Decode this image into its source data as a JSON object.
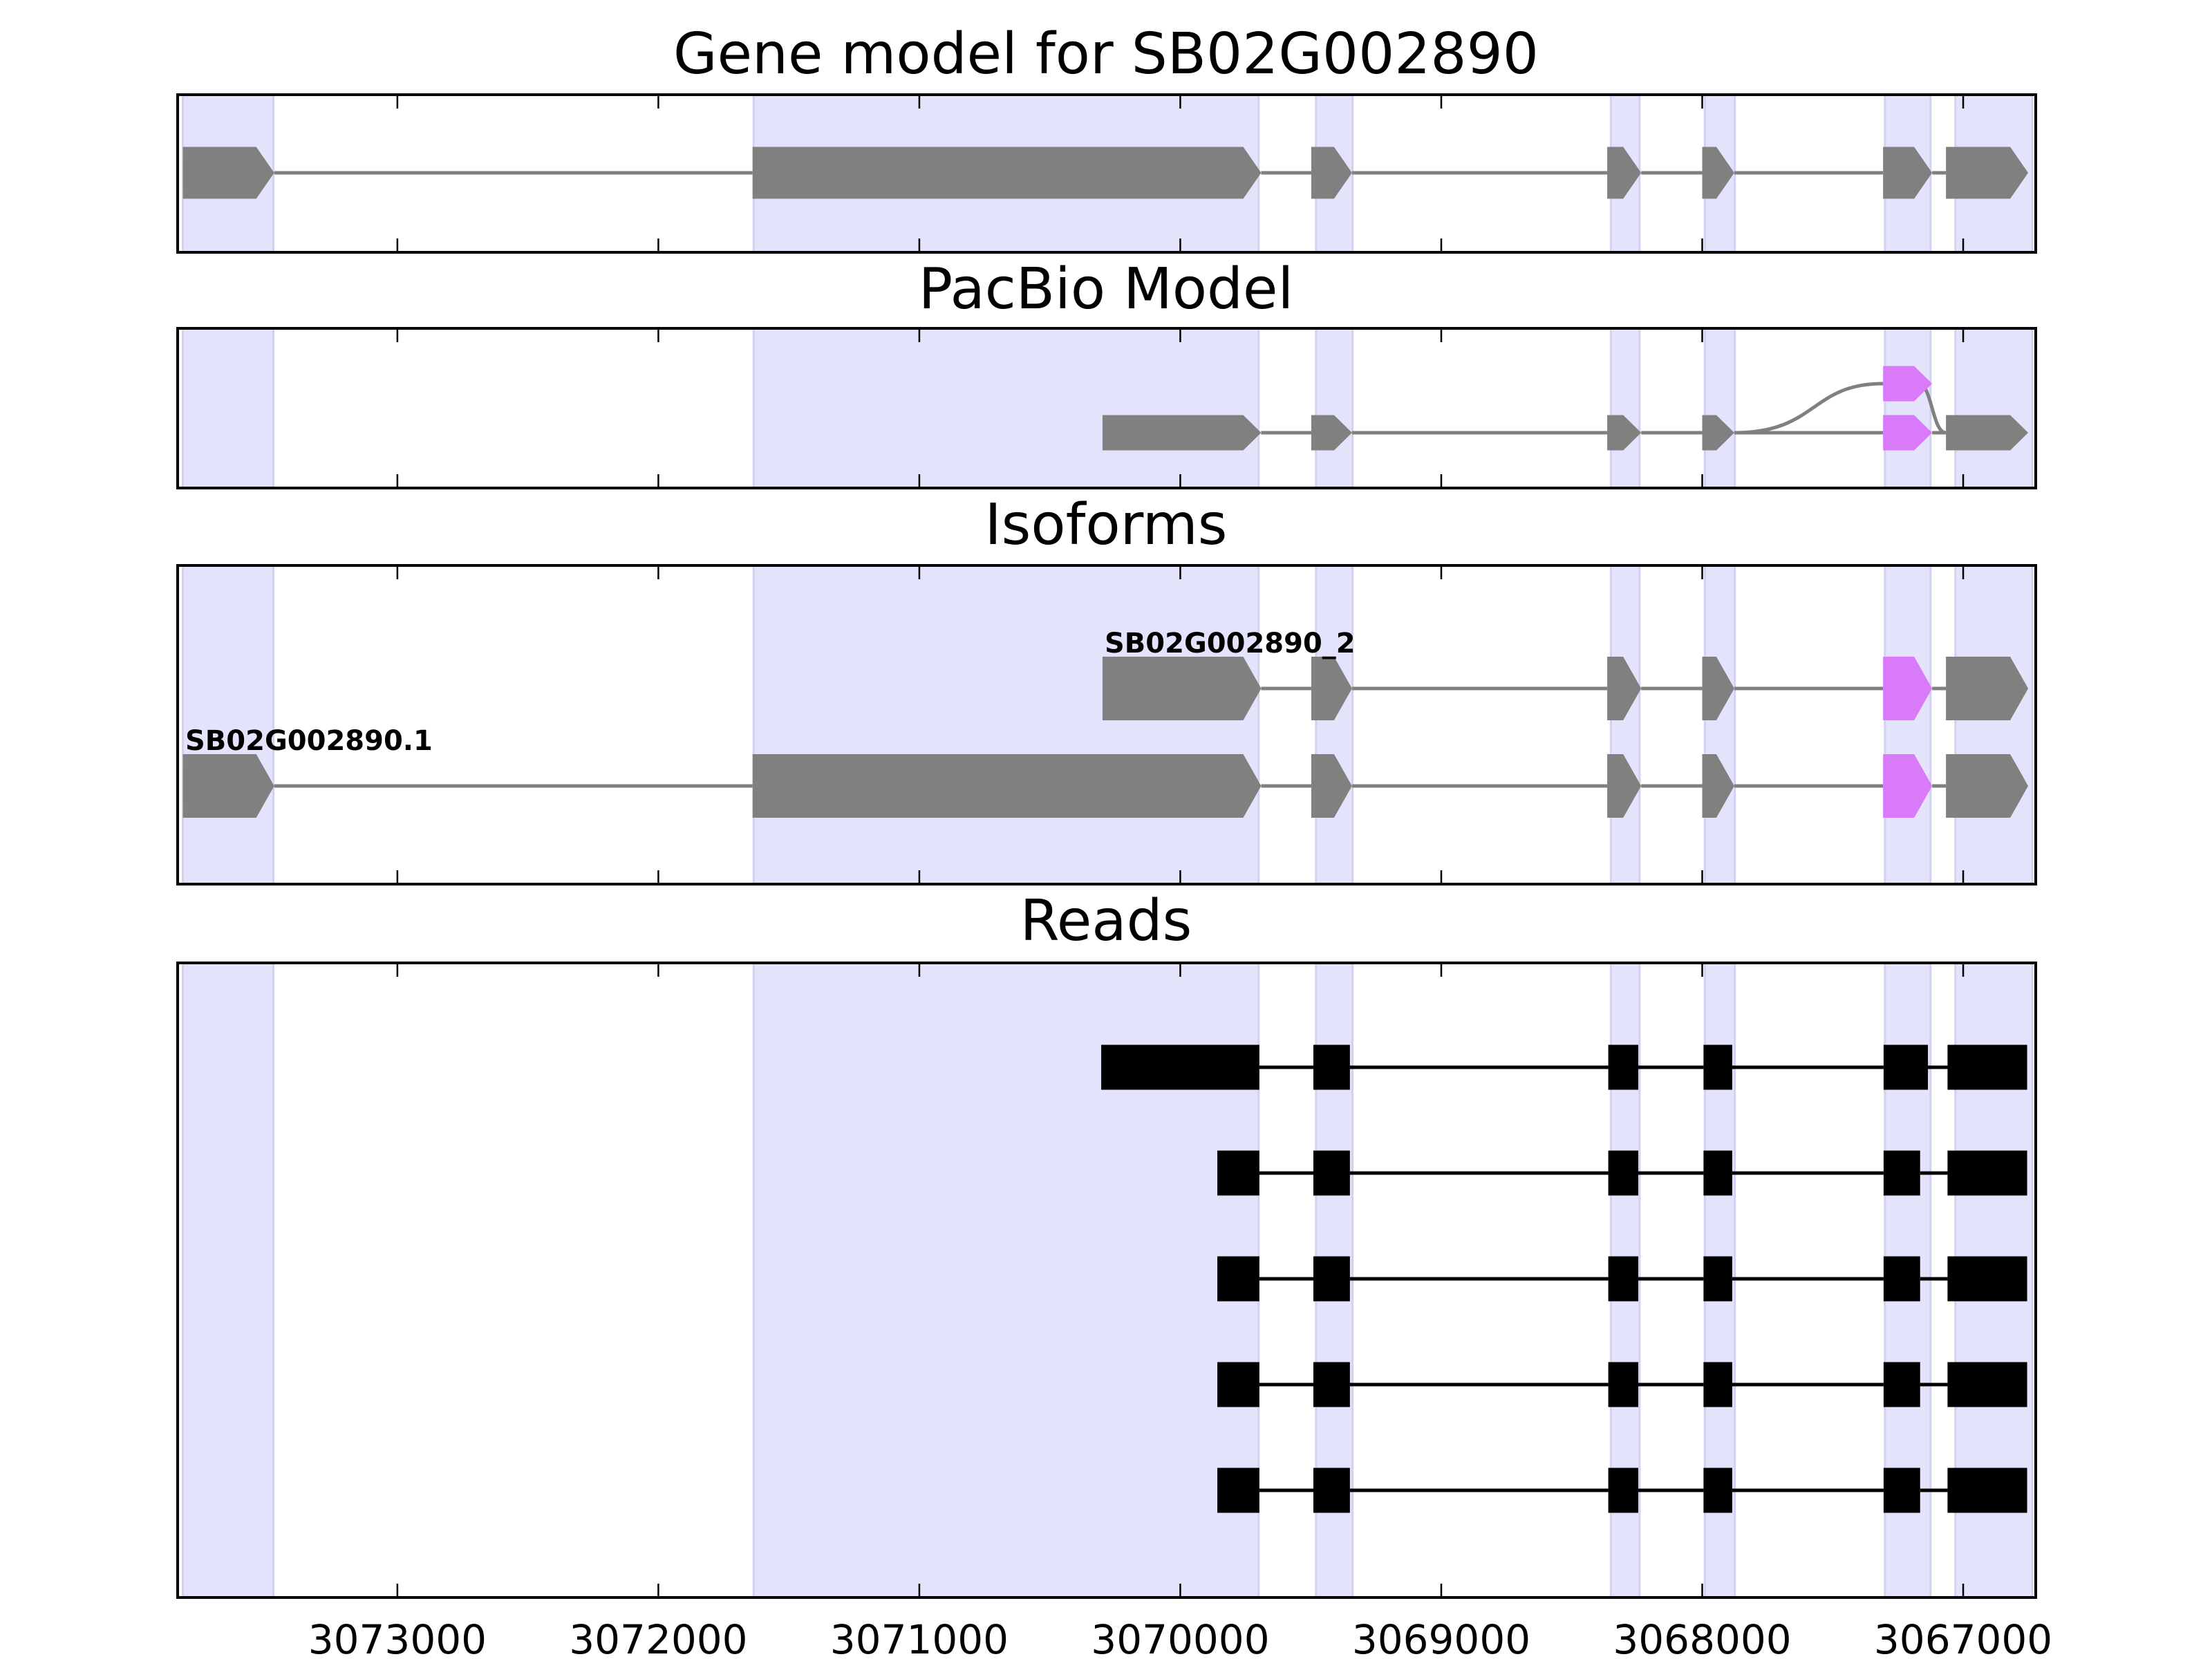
{
  "chart_data": {
    "type": "gene-model",
    "xlim": [
      3073842,
      3066722
    ],
    "x_reversed": true,
    "xticks": [
      3073000,
      3072000,
      3071000,
      3070000,
      3069000,
      3068000,
      3067000
    ],
    "xtick_labels": [
      "3073000",
      "3072000",
      "3071000",
      "3070000",
      "3069000",
      "3068000",
      "3067000"
    ],
    "colors": {
      "exon": "#808080",
      "alt_exon": "#d97af9",
      "read": "#000000",
      "shade": "#e3e3fc",
      "shade_edge": "#d2d2f0"
    },
    "shaded_regions": [
      [
        3073822,
        3073475
      ],
      [
        3071635,
        3069700
      ],
      [
        3069480,
        3069340
      ],
      [
        3068350,
        3068240
      ],
      [
        3067990,
        3067875
      ],
      [
        3067300,
        3067125
      ],
      [
        3067030,
        3066735
      ]
    ],
    "panels": [
      {
        "title": "Gene model for SB02G002890",
        "tracks": [
          {
            "exons": [
              [
                3073822,
                3073472
              ],
              [
                3071639,
                3069690
              ],
              [
                3069498,
                3069342
              ],
              [
                3068364,
                3068234
              ],
              [
                3068000,
                3067877
              ],
              [
                3067307,
                3067119
              ],
              [
                3067066,
                3066751
              ]
            ],
            "alt": [],
            "label": ""
          }
        ]
      },
      {
        "title": "PacBio Model",
        "tracks": [
          {
            "exons": [
              [
                3070298,
                3069690
              ],
              [
                3069498,
                3069342
              ],
              [
                3068364,
                3068234
              ],
              [
                3068000,
                3067877
              ],
              [
                3067307,
                3067119
              ],
              [
                3067066,
                3066751
              ]
            ],
            "alt": [
              4
            ],
            "alt_branch": [
              3067307,
              3067119
            ],
            "label": ""
          }
        ]
      },
      {
        "title": "Isoforms",
        "tracks": [
          {
            "exons": [
              [
                3070298,
                3069690
              ],
              [
                3069498,
                3069342
              ],
              [
                3068364,
                3068234
              ],
              [
                3068000,
                3067877
              ],
              [
                3067307,
                3067119
              ],
              [
                3067066,
                3066751
              ]
            ],
            "alt": [
              4
            ],
            "label": "SB02G002890_2"
          },
          {
            "exons": [
              [
                3073822,
                3073472
              ],
              [
                3071639,
                3069690
              ],
              [
                3069498,
                3069342
              ],
              [
                3068364,
                3068234
              ],
              [
                3068000,
                3067877
              ],
              [
                3067307,
                3067119
              ],
              [
                3067066,
                3066751
              ]
            ],
            "alt": [
              5
            ],
            "label": "SB02G002890.1"
          }
        ]
      },
      {
        "title": "Reads",
        "tracks": [
          {
            "exons": [
              [
                3070303,
                3069697
              ],
              [
                3069490,
                3069350
              ],
              [
                3068360,
                3068245
              ],
              [
                3067995,
                3067885
              ],
              [
                3067305,
                3067135
              ],
              [
                3067060,
                3066755
              ]
            ]
          },
          {
            "exons": [
              [
                3069858,
                3069697
              ],
              [
                3069490,
                3069350
              ],
              [
                3068360,
                3068245
              ],
              [
                3067995,
                3067885
              ],
              [
                3067305,
                3067165
              ],
              [
                3067060,
                3066755
              ]
            ]
          },
          {
            "exons": [
              [
                3069858,
                3069697
              ],
              [
                3069490,
                3069350
              ],
              [
                3068360,
                3068245
              ],
              [
                3067995,
                3067885
              ],
              [
                3067305,
                3067165
              ],
              [
                3067060,
                3066755
              ]
            ]
          },
          {
            "exons": [
              [
                3069858,
                3069697
              ],
              [
                3069490,
                3069350
              ],
              [
                3068360,
                3068245
              ],
              [
                3067995,
                3067885
              ],
              [
                3067305,
                3067165
              ],
              [
                3067060,
                3066755
              ]
            ]
          },
          {
            "exons": [
              [
                3069858,
                3069697
              ],
              [
                3069490,
                3069350
              ],
              [
                3068360,
                3068245
              ],
              [
                3067995,
                3067885
              ],
              [
                3067305,
                3067165
              ],
              [
                3067060,
                3066755
              ]
            ]
          }
        ]
      }
    ]
  }
}
